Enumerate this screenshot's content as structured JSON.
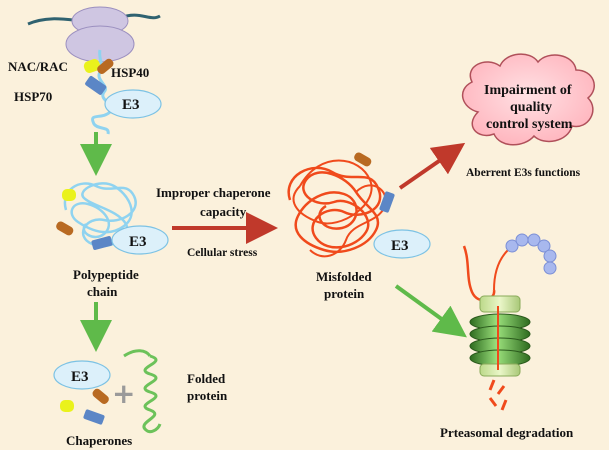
{
  "labels": {
    "nac_rac": "NAC/RAC",
    "hsp40": "HSP40",
    "hsp70": "HSP70",
    "e3": "E3",
    "polypeptide_line1": "Polypeptide",
    "polypeptide_line2": "chain",
    "improper_line1": "Improper chaperone",
    "improper_line2": "capacity",
    "cellular_stress": "Cellular stress",
    "misfolded_line1": "Misfolded",
    "misfolded_line2": "protein",
    "impairment_line1": "Impairment of",
    "impairment_line2": "quality",
    "impairment_line3": "control system",
    "aberrent": "Aberrent E3s functions",
    "folded_line1": "Folded",
    "folded_line2": "protein",
    "chaperones": "Chaperones",
    "plus": "+",
    "proteasomal": "Prteasomal degradation"
  },
  "colors": {
    "background": "#fbf1dc",
    "green_arrow": "#5fba4a",
    "red_arrow": "#c0392b",
    "chain_blue": "#8fd3f0",
    "misfolded_red": "#f04a1c",
    "e3_fill": "#dcf0fa",
    "nac_yellow": "#eaf21c",
    "hsp40_brown": "#b86a22",
    "hsp70_blue": "#5b86c6",
    "cloud_pink": "#ffc6cc",
    "proteasome_green": "#3f8a2c",
    "ubiquitin_blue": "#a8b8ee"
  }
}
